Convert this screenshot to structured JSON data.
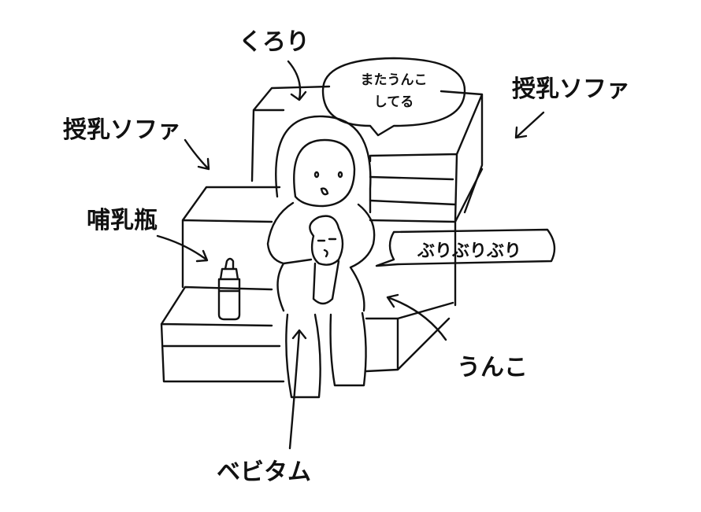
{
  "labels": {
    "kurori": "くろり",
    "bubble_top_line1": "またうんこ",
    "bubble_top_line2": "してる",
    "sofa_right": "授乳ソファ",
    "sofa_left": "授乳ソファ",
    "bottle": "哺乳瓶",
    "bubble_right": "ぶりぶりぶり",
    "unko": "うんこ",
    "bebitamu": "ベビタム"
  },
  "colors": {
    "ink": "#111111",
    "background": "#ffffff"
  }
}
